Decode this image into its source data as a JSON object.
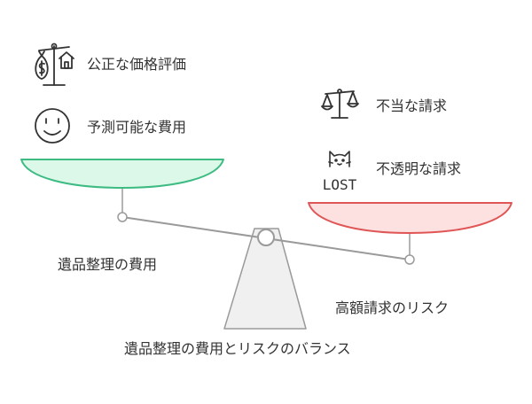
{
  "left_side": {
    "items": [
      {
        "icon": "scales-money-house-icon",
        "label": "公正な価格評価"
      },
      {
        "icon": "smiley-face-icon",
        "label": "予測可能な費用"
      }
    ],
    "pan_label": "遺品整理の費用",
    "pan_color": "#3dbb83",
    "pan_fill": "#dcf8e8"
  },
  "right_side": {
    "items": [
      {
        "icon": "scales-icon",
        "label": "不当な請求"
      },
      {
        "icon": "lost-cat-icon",
        "label": "不透明な請求"
      }
    ],
    "pan_label": "高額請求のリスク",
    "pan_color": "#e05555",
    "pan_fill": "#fde0e0"
  },
  "icon_text": {
    "lost": "LOST"
  },
  "caption": "遺品整理の費用とリスクのバランス",
  "colors": {
    "stroke": "#333333",
    "beam": "#9a9a9a",
    "fulcrum_fill": "#f0f0f0"
  }
}
